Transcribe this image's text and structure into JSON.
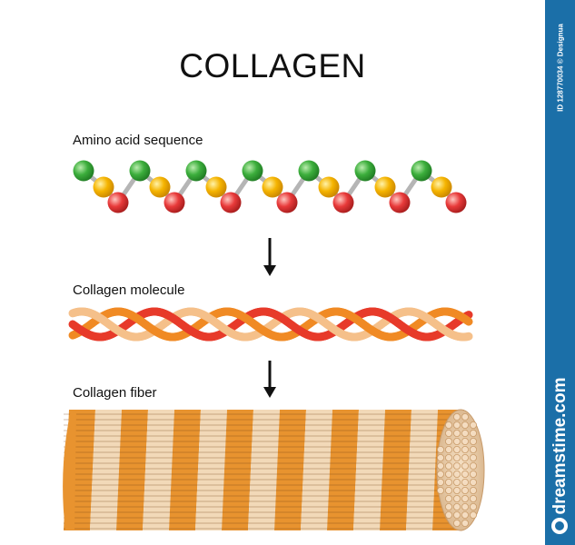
{
  "title": "COLLAGEN",
  "labels": {
    "amino": "Amino acid sequence",
    "molecule": "Collagen molecule",
    "fiber": "Collagen fiber"
  },
  "watermark": {
    "id_text": "ID 128770034 © Designua",
    "brand": "dreamstime.com"
  },
  "colors": {
    "green": "#3cae3c",
    "yellow": "#f5b400",
    "red": "#e83a3a",
    "sidebar": "#1b6fa8",
    "fiber_orange": "#e8932f",
    "fiber_beige": "#f2d9b8"
  },
  "icons": [
    "down-arrow-icon",
    "down-arrow-icon",
    "dreamstime-logo-icon"
  ]
}
